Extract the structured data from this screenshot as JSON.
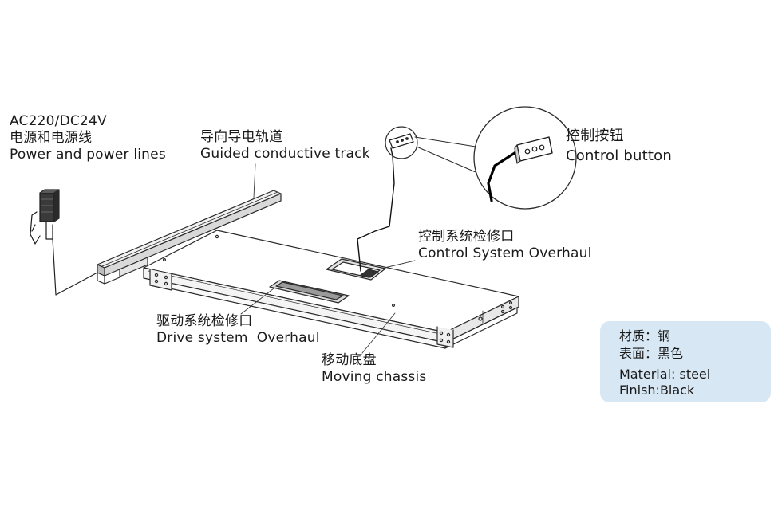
{
  "labels": {
    "power": {
      "line1": "AC220/DC24V",
      "line2": "电源和电源线",
      "line3": "Power and power lines"
    },
    "track": {
      "zh": "导向导电轨道",
      "en": "Guided conductive track"
    },
    "control_button": {
      "zh": "控制按钮",
      "en": "Control button"
    },
    "control_overhaul": {
      "zh": "控制系统检修口",
      "en": "Control System Overhaul"
    },
    "drive_overhaul": {
      "zh": "驱动系统检修口",
      "en": "Drive system  Overhaul"
    },
    "chassis": {
      "zh": "移动底盘",
      "en": "Moving chassis"
    }
  },
  "spec": {
    "material_zh": "材质：钢",
    "finish_zh": "表面：黑色",
    "material_en": "Material: steel",
    "finish_en": "Finish:Black"
  },
  "colors": {
    "line": "#2a2a2a",
    "cable": "#111111",
    "spec_bg": "#d7e8f4"
  }
}
